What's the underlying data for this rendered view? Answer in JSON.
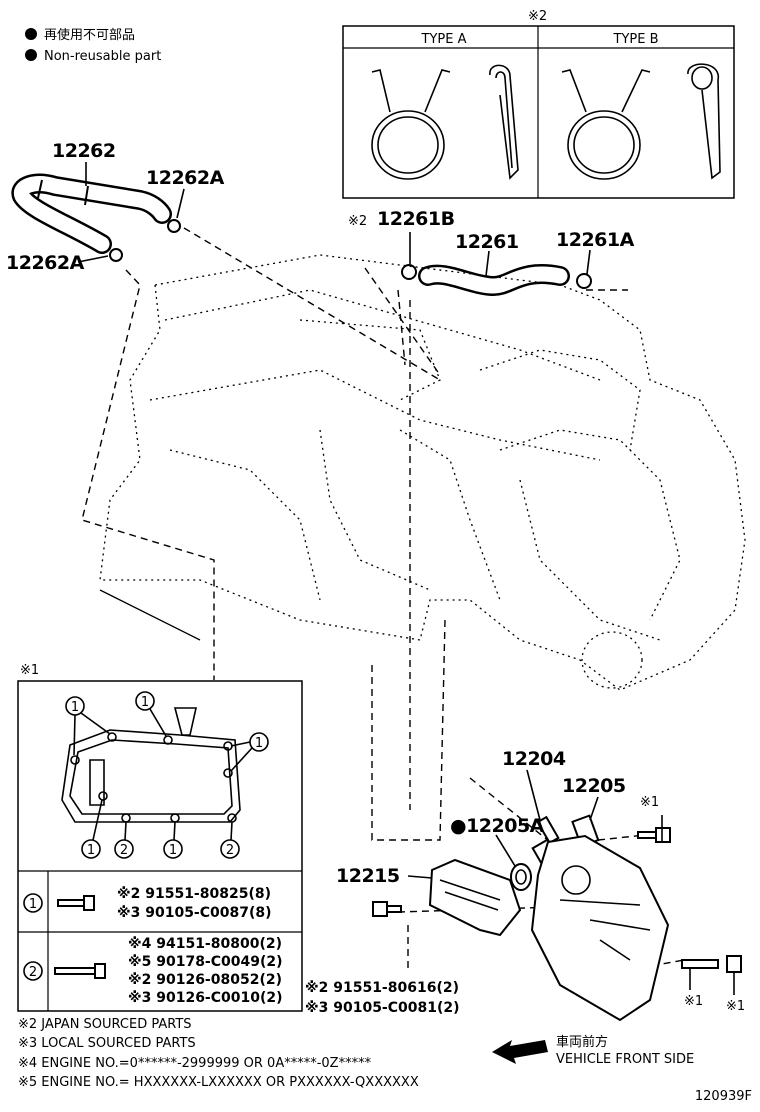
{
  "legend": {
    "jp": "再使用不可部品",
    "en": "Non-reusable part"
  },
  "clip_types": {
    "mark": "※2",
    "type_a": "TYPE A",
    "type_b": "TYPE B"
  },
  "parts": {
    "p12262": "12262",
    "p12262A_top": "12262A",
    "p12262A_left": "12262A",
    "p12261B_mark": "※2",
    "p12261B": "12261B",
    "p12261": "12261",
    "p12261A": "12261A",
    "p12204": "12204",
    "p12205": "12205",
    "p12205A": "●12205A",
    "p12215": "12215",
    "bolt_mark_top": "※1",
    "bolt_mark_bottom1": "※1",
    "bolt_mark_bottom2": "※1"
  },
  "inset": {
    "mark": "※1",
    "callout": "1",
    "callout2": "2",
    "row1": {
      "num": "1",
      "line1": "※2 91551-80825(8)",
      "line2": "※3 90105-C0087(8)"
    },
    "row2": {
      "num": "2",
      "line1": "※4 94151-80800(2)",
      "line2": "※5 90178-C0049(2)",
      "line3": "※2 90126-08052(2)",
      "line4": "※3 90126-C0010(2)"
    }
  },
  "bolt_numbers": {
    "line1": "※2 91551-80616(2)",
    "line2": "※3 90105-C0081(2)"
  },
  "notes": {
    "n2": "※2  JAPAN SOURCED PARTS",
    "n3": "※3  LOCAL SOURCED PARTS",
    "n4": "※4  ENGINE NO.=0******-2999999 OR 0A*****-0Z*****",
    "n5": "※5  ENGINE NO.= HXXXXXX-LXXXXXX OR PXXXXXX-QXXXXXX"
  },
  "direction": {
    "jp": "車両前方",
    "en": "VEHICLE FRONT SIDE"
  },
  "figure_id": "120939F",
  "colors": {
    "ink": "#000000",
    "paper": "#ffffff"
  }
}
